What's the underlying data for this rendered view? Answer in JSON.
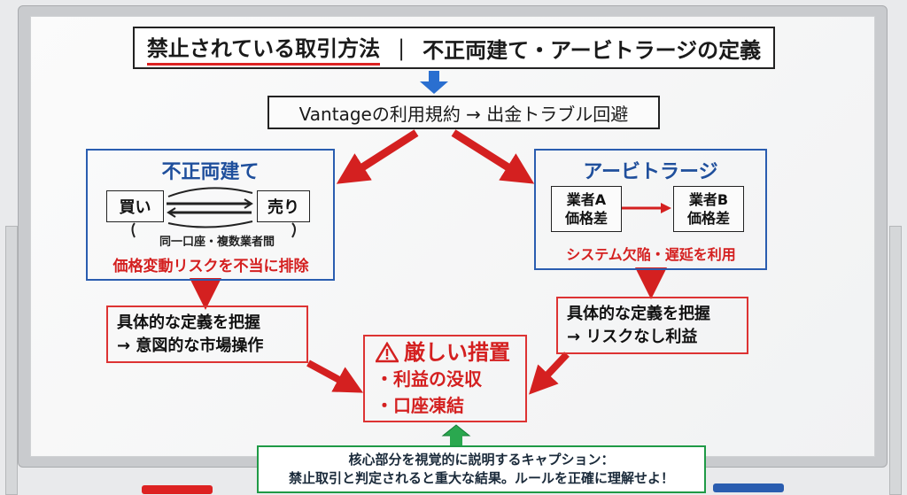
{
  "title": {
    "left": "禁止されている取引方法",
    "separator": "｜",
    "right": "不正両建て・アービトラージの定義"
  },
  "subtitle": "Vantageの利用規約 → 出金トラブル回避",
  "left_panel": {
    "heading": "不正両建て",
    "buy": "買い",
    "sell": "売り",
    "note": "同一口座・複数業者間",
    "warning": "価格変動リスクを不当に排除"
  },
  "right_panel": {
    "heading": "アービトラージ",
    "broker_a": [
      "業者A",
      "価格差"
    ],
    "broker_b": [
      "業者B",
      "価格差"
    ],
    "warning": "システム欠陥・遅延を利用"
  },
  "left_detail": [
    "具体的な定義を把握",
    "→ 意図的な市場操作"
  ],
  "right_detail": [
    "具体的な定義を把握",
    "→ リスクなし利益"
  ],
  "penalty": {
    "heading": "厳しい措置",
    "items": [
      "・利益の没収",
      "・口座凍結"
    ]
  },
  "caption": [
    "核心部分を視覚的に説明するキャプション：",
    "禁止取引と判定されると重大な結果。ルールを正確に理解せよ！"
  ],
  "colors": {
    "red": "#d42020",
    "blue": "#2a5db0",
    "green": "#1f9a46"
  }
}
